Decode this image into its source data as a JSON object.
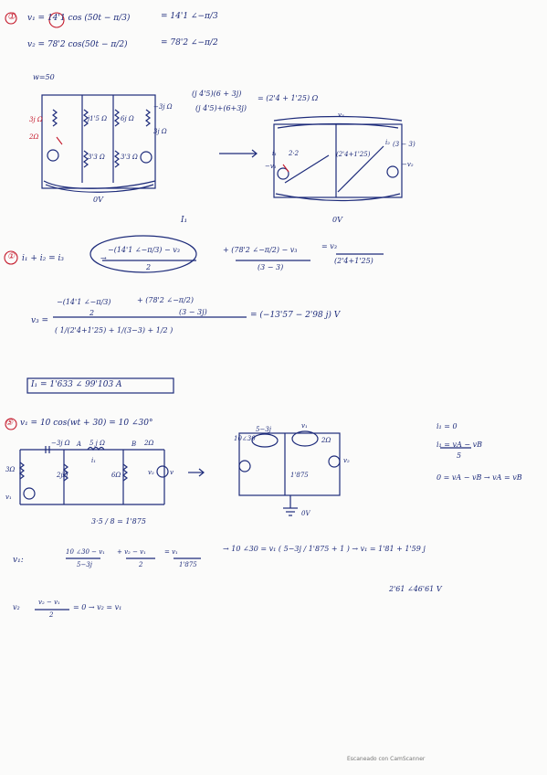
{
  "p1": {
    "num": "①",
    "v1_expr": "v₁ = 14'1 cos (50t − π/3)",
    "v1_phasor": "= 14'1 ∠−π/3",
    "v2_expr": "v₂ = 78'2 cos(50t − π/2)",
    "v2_phasor": "= 78'2 ∠−π/2",
    "w": "w=50",
    "zcalc1": "(j 4'5)(6 + 3j)",
    "zcalc2": "(j 4'5)+(6+3j)",
    "zcalc_res": "= (2'4 + 1'25) Ω",
    "ind1": "3j Ω",
    "ind2": "j1'5 Ω",
    "ind3": "6j Ω",
    "ind4": "3j Ω",
    "res1": "2Ω",
    "res2": "3'3 Ω",
    "res3": "3'3 Ω",
    "cap1": "−3j Ω",
    "ref0v": "0V",
    "right_v3": "v₃",
    "right_v1": "−v₁",
    "right_v2": "−v₂",
    "right_i1": "i₁",
    "right_i2": "i₂",
    "right_z1": "2·2",
    "right_z2": "(2'4+1'25)",
    "right_z3": "(3 − 3)",
    "right_0v": "0V",
    "label_I1": "I₁"
  },
  "p2": {
    "num": "①",
    "kcl": "i₁ + i₂ = i₃",
    "eq_lhs": "−(14'1 ∠−π/3) − v₃",
    "eq_lhs_den": "2",
    "eq_mid": "+ (78'2 ∠−π/2) − v₃",
    "eq_mid_den": "(3 − 3)",
    "eq_rhs": "= v₃",
    "eq_rhs_den": "(2'4+1'25)",
    "v3_label": "v₃ =",
    "num1": "−(14'1 ∠−π/3)",
    "num1_den": "2",
    "num2": "+ (78'2 ∠−π/2)",
    "num2_den": "(3 − 3j)",
    "den": "( 1/(2'4+1'25) + 1/(3−3) + 1/2 )",
    "result": "= (−13'57 − 2'98 j) V",
    "boxed": "I₁ = 1'633 ∠ 99'103 A"
  },
  "p3": {
    "num": "⑤",
    "src": "v₁ = 10 cos(wt + 30) = 10 ∠30°",
    "lbl_3j": "−3j Ω",
    "lbl_5j": "5 j Ω",
    "lbl_2": "2Ω",
    "lbl_A": "A",
    "lbl_B": "B",
    "lbl_i1": "i₁",
    "lbl_3": "3Ω",
    "lbl_2j": "2jΩ",
    "lbl_6j": "6Ω",
    "lbl_v1": "v₁",
    "lbl_v2": "v₂",
    "lbl_v": "v",
    "calc": "3·5 / 8 = 1'875",
    "r_10": "10∠30",
    "r_53": "5−3j",
    "r_v1": "v₁",
    "r_2": "2Ω",
    "r_1875": "1'875",
    "r_v2": "v₂",
    "r_0v": "0V",
    "eq_i1": "i₁ = 0",
    "eq_i1b": "i₁ = vA − vB",
    "eq_i1b_den": "5",
    "eq_zero": "0 = vA − vB → vA = vB",
    "eq_main": "v₁:",
    "eq_frac1": "10 ∠30 − v₁",
    "eq_frac1_den": "5−3j",
    "eq_frac2": "+ v₂ − v₁",
    "eq_frac2_den": "2",
    "eq_frac3": "= v₁",
    "eq_frac3_den": "1'875",
    "eq_arrow": "→ 10 ∠30 = v₁ ( 5−3j / 1'875 + 1 ) → v₁ = 1'81 + 1'59 j",
    "eq_polar": "2'61 ∠46'61 V",
    "eq_v2": "v₂",
    "eq_v2b": "v₂ − v₁",
    "eq_v2b_den": "2",
    "eq_v2c": "= 0 → v₂ = v₁",
    "watermark": "Escaneado con CamScanner"
  }
}
